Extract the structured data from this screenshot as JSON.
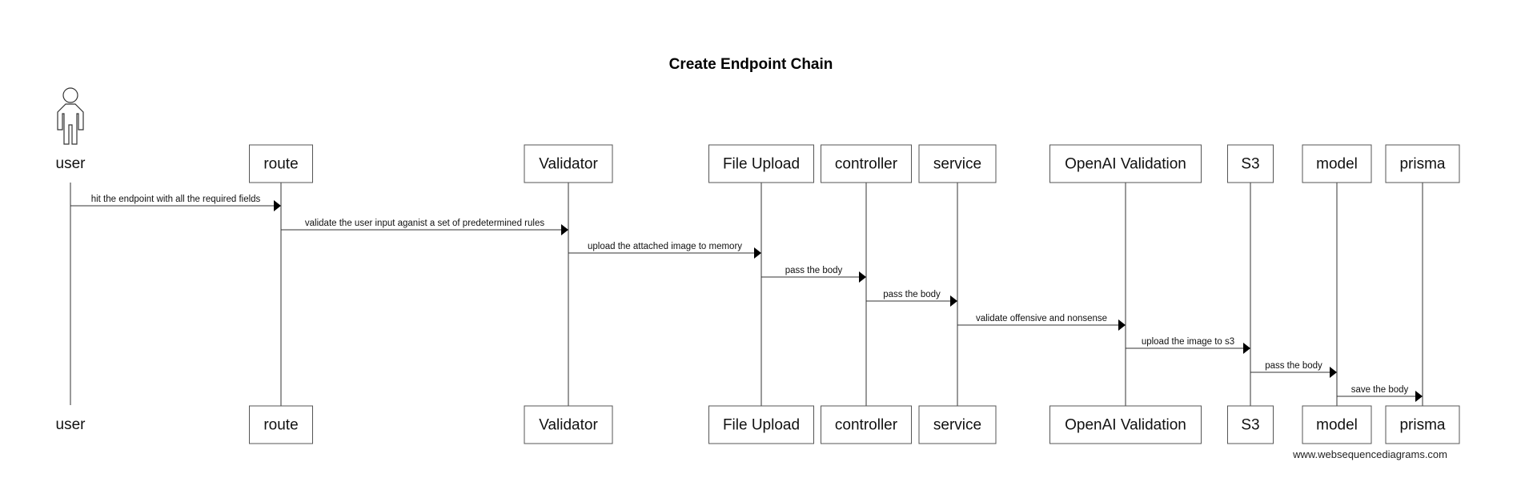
{
  "title": "Create Endpoint Chain",
  "footer": "www.websequencediagrams.com",
  "participants": [
    {
      "id": "user",
      "label": "user",
      "kind": "actor"
    },
    {
      "id": "route",
      "label": "route",
      "kind": "box"
    },
    {
      "id": "validator",
      "label": "Validator",
      "kind": "box"
    },
    {
      "id": "file-upload",
      "label": "File Upload",
      "kind": "box"
    },
    {
      "id": "controller",
      "label": "controller",
      "kind": "box"
    },
    {
      "id": "service",
      "label": "service",
      "kind": "box"
    },
    {
      "id": "openai-validation",
      "label": "OpenAI Validation",
      "kind": "box"
    },
    {
      "id": "s3",
      "label": "S3",
      "kind": "box"
    },
    {
      "id": "model",
      "label": "model",
      "kind": "box"
    },
    {
      "id": "prisma",
      "label": "prisma",
      "kind": "box"
    }
  ],
  "messages": [
    {
      "from": "user",
      "to": "route",
      "label": "hit the endpoint with all the required fields"
    },
    {
      "from": "route",
      "to": "validator",
      "label": "validate the user input aganist a set of predetermined rules"
    },
    {
      "from": "validator",
      "to": "file-upload",
      "label": "upload the attached image to memory"
    },
    {
      "from": "file-upload",
      "to": "controller",
      "label": "pass the body"
    },
    {
      "from": "controller",
      "to": "service",
      "label": "pass the body"
    },
    {
      "from": "service",
      "to": "openai-validation",
      "label": "validate offensive and nonsense"
    },
    {
      "from": "openai-validation",
      "to": "s3",
      "label": "upload the image to s3"
    },
    {
      "from": "s3",
      "to": "model",
      "label": "pass the body"
    },
    {
      "from": "model",
      "to": "prisma",
      "label": "save the body"
    }
  ]
}
